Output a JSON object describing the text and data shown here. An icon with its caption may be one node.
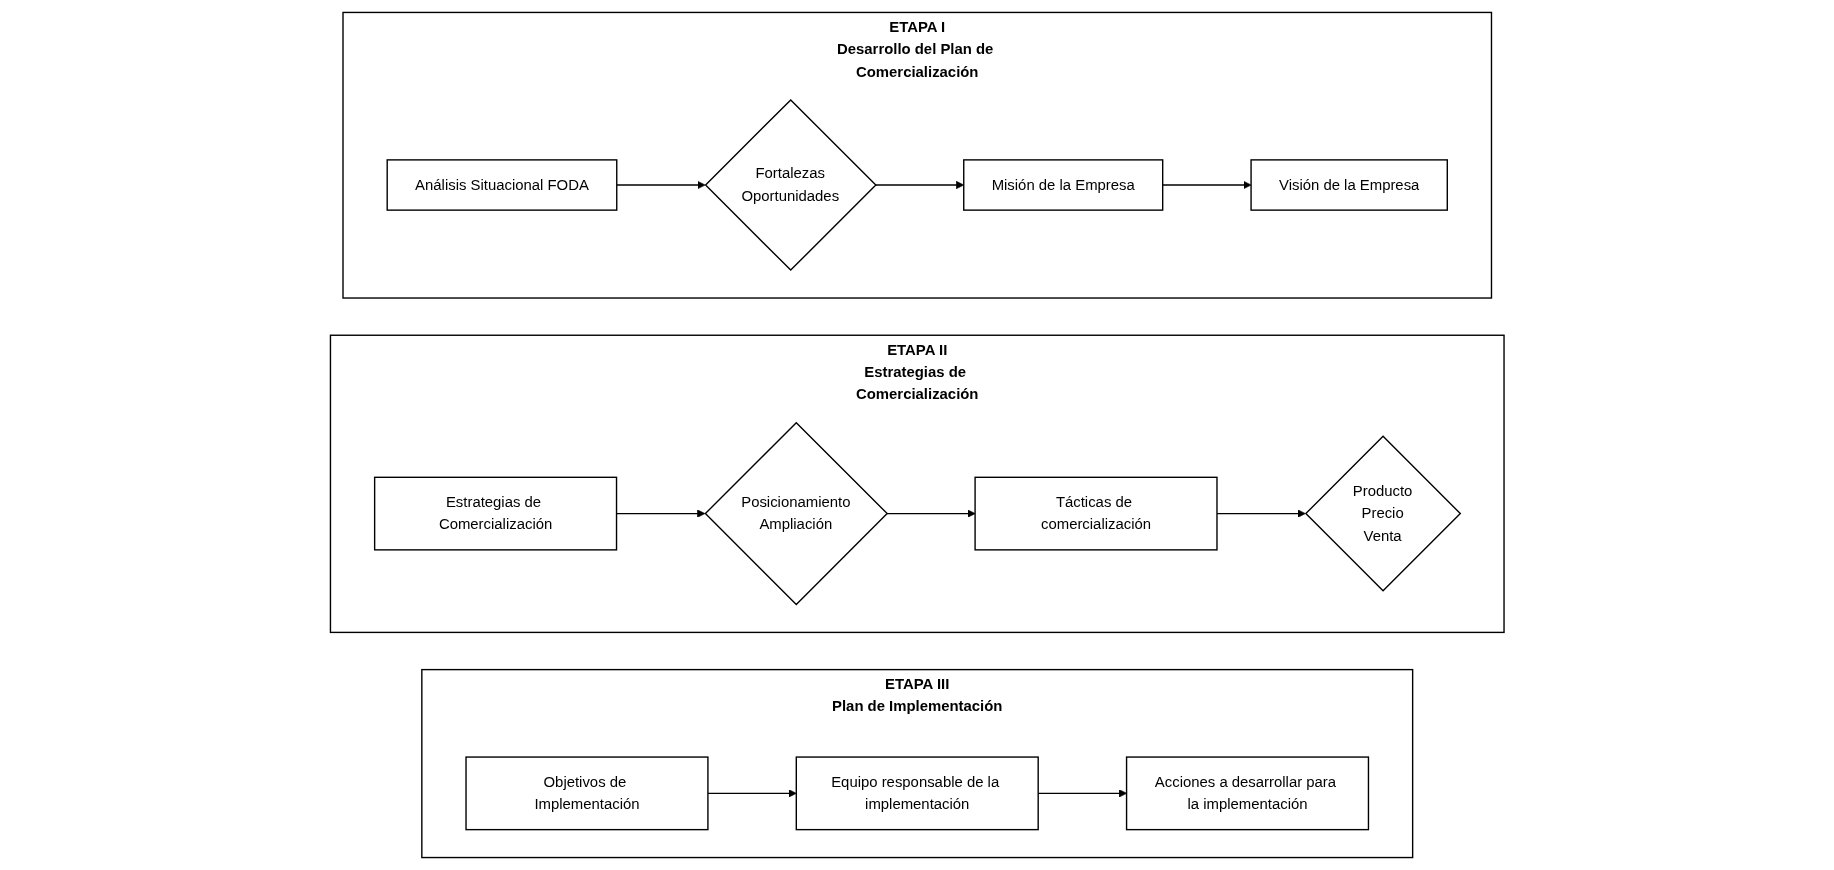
{
  "diagram": {
    "nodes": [
      {
        "text": [
          "ETAPA I",
          "Desarrollo del Plan de Comercialización"
        ]
      },
      {
        "text": [
          "Análisis Situacional FODA"
        ],
        "in": 0
      },
      {
        "text": [
          "Fortalezas",
          "Oportunidades"
        ],
        "in": 0
      },
      {
        "text": [
          "Misión de la Empresa"
        ],
        "in": 0
      },
      {
        "text": [
          "Visión de la Empresa"
        ],
        "in": 0
      },
      {
        "text": [
          "ETAPA II",
          "Estrategias de Comercialización"
        ]
      },
      {
        "text": [
          "Estrategias de Comercialización"
        ],
        "in": 5
      },
      {
        "text": [
          "Posicionamiento",
          "Ampliación"
        ],
        "in": 5
      },
      {
        "text": [
          "Tácticas de comercialización"
        ],
        "in": 5
      },
      {
        "text": [
          "Producto",
          "Precio",
          "Venta"
        ],
        "in": 5
      },
      {
        "text": [
          "ETAPA III",
          "Plan de Implementación"
        ]
      },
      {
        "text": [
          "Objetivos de Implementación"
        ],
        "in": 10
      },
      {
        "text": [
          "Equipo responsable de la implementación"
        ],
        "in": 10
      },
      {
        "text": [
          "Acciones a desarrollar para la implementación"
        ],
        "in": 10
      }
    ],
    "edges": [
      {
        "from": 1,
        "to": 2,
        "arrow": "to"
      },
      {
        "from": 2,
        "to": 3,
        "arrow": "to"
      },
      {
        "from": 3,
        "to": 4,
        "arrow": "to"
      },
      {
        "from": 6,
        "to": 7,
        "arrow": "to"
      },
      {
        "from": 7,
        "to": 8,
        "arrow": "to"
      },
      {
        "from": 8,
        "to": 9,
        "arrow": "to"
      },
      {
        "from": 11,
        "to": 12,
        "arrow": "to"
      },
      {
        "from": 12,
        "to": 13,
        "arrow": "to"
      }
    ]
  }
}
